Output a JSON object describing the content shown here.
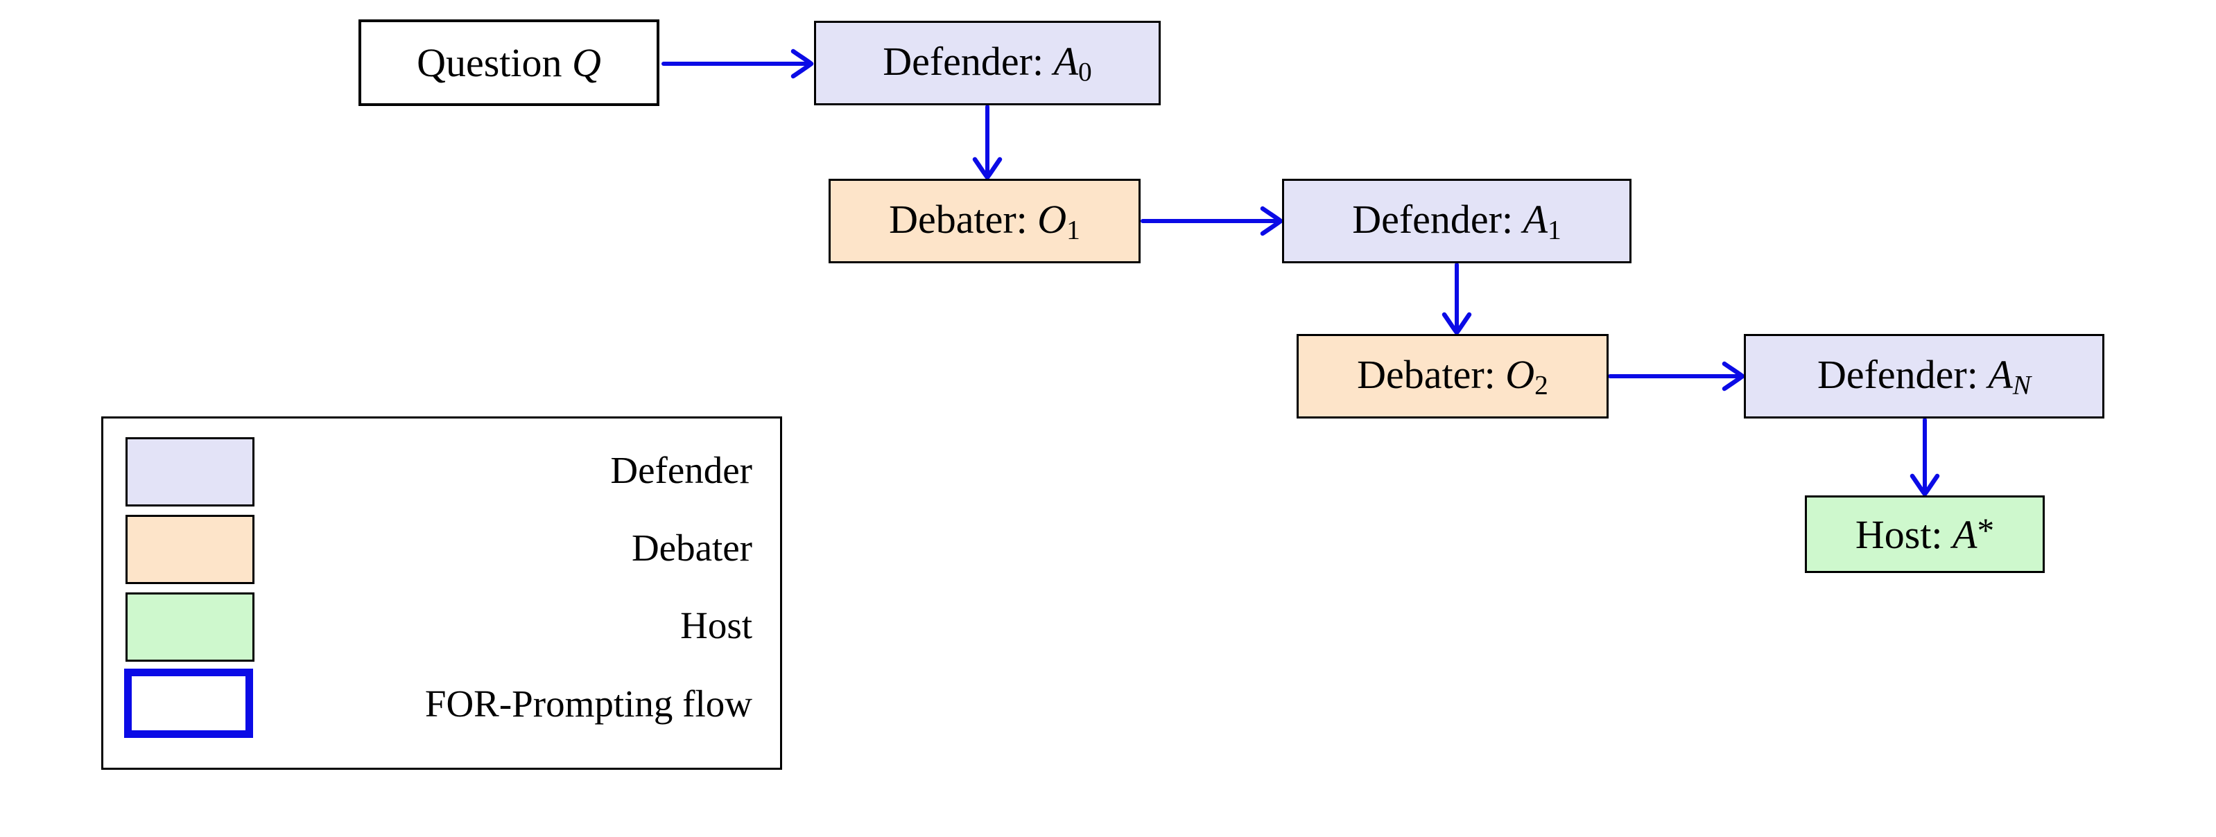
{
  "nodes": {
    "question": {
      "prefix": "Question ",
      "var": "Q"
    },
    "defender0": {
      "prefix": "Defender: ",
      "var": "A",
      "sub": "0"
    },
    "debater1": {
      "prefix": "Debater: ",
      "var": "O",
      "sub": "1"
    },
    "defender1": {
      "prefix": "Defender: ",
      "var": "A",
      "sub": "1"
    },
    "debater2": {
      "prefix": "Debater: ",
      "var": "O",
      "sub": "2"
    },
    "defenderN": {
      "prefix": "Defender: ",
      "var": "A",
      "sub": "N"
    },
    "host": {
      "prefix": "Host: ",
      "var": "A",
      "sup": "*"
    }
  },
  "legend": {
    "items": [
      {
        "label": "Defender"
      },
      {
        "label": "Debater"
      },
      {
        "label": "Host"
      },
      {
        "label": "FOR-Prompting flow"
      }
    ]
  },
  "colors": {
    "defenderFill": "#e3e3f7",
    "debaterFill": "#fde4c9",
    "hostFill": "#cef8cd",
    "questionFill": "#ffffff",
    "flowBlue": "#0b0be6",
    "nodeBorder": "#000000"
  }
}
